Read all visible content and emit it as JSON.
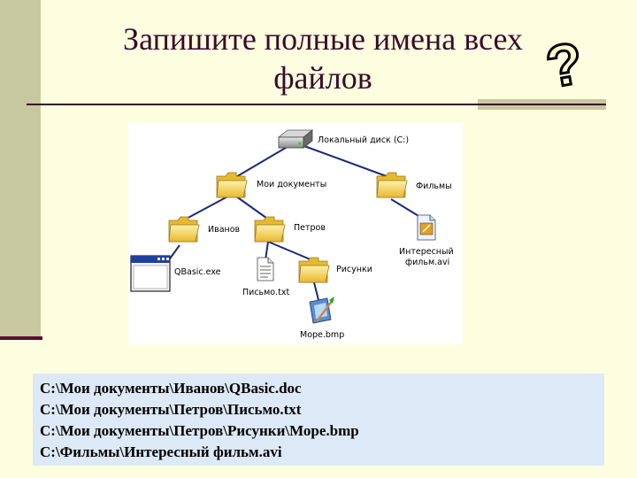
{
  "title": {
    "line1": "Запишите полные имена всех",
    "line2": "файлов"
  },
  "question_mark": "?",
  "tree": {
    "drive": "Локальный диск (C:)",
    "my_documents": "Мои документы",
    "movies": "Фильмы",
    "ivanov": "Иванов",
    "petrov": "Петров",
    "pictures": "Рисунки",
    "qbasic": "QBasic.exe",
    "letter": "Письмо.txt",
    "sea": "Море.bmp",
    "film_line1": "Интересный",
    "film_line2": "фильм.avi"
  },
  "answers": [
    "C:\\Мои документы\\Иванов\\QBasic.doc",
    "C:\\Мои документы\\Петров\\Письмо.txt",
    "C:\\Мои документы\\Петров\\Рисунки\\Море.bmp",
    "C:\\Фильмы\\Интересный фильм.avi"
  ],
  "colors": {
    "background": "#fdfde0",
    "accent": "#3a0a2a",
    "sidebar": "#c8c8a0",
    "answer_box": "#dde9f6",
    "folder": "#f7d65a",
    "edge": "#1a2a7a"
  }
}
